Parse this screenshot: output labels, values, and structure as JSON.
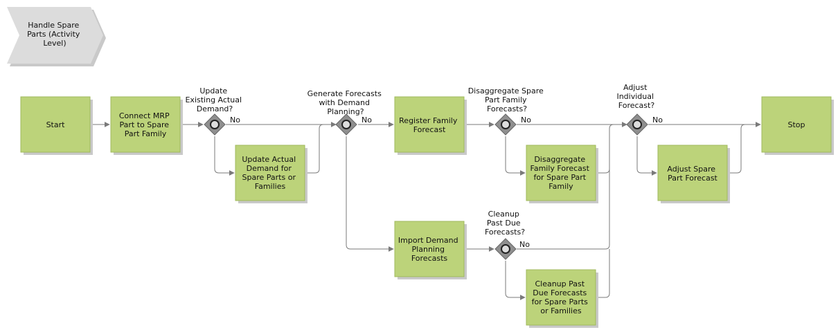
{
  "colors": {
    "activity_fill": "#bcd37a",
    "activity_stroke": "#9fb85d",
    "shadow": "#c9c9c9",
    "chevron_fill": "#dcdcdc",
    "gateway_fill": "#8f8f8f",
    "gateway_inner": "#555555",
    "connector": "#7a7a7a"
  },
  "process": {
    "title": [
      "Handle Spare",
      "Parts (Activity",
      "Level)"
    ]
  },
  "nodes": {
    "start": {
      "label": [
        "Start"
      ]
    },
    "connect_mrp": {
      "label": [
        "Connect MRP",
        "Part to Spare",
        "Part Family"
      ]
    },
    "update_actual": {
      "label": [
        "Update Actual",
        "Demand for",
        "Spare Parts or",
        "Families"
      ]
    },
    "register_family": {
      "label": [
        "Register Family",
        "Forecast"
      ]
    },
    "import_demand": {
      "label": [
        "Import Demand",
        "Planning",
        "Forecasts"
      ]
    },
    "disaggregate": {
      "label": [
        "Disaggregate",
        "Family Forecast",
        "for Spare Part",
        "Family"
      ]
    },
    "cleanup": {
      "label": [
        "Cleanup Past",
        "Due Forecasts",
        "for Spare Parts",
        "or Families"
      ]
    },
    "adjust_spare": {
      "label": [
        "Adjust Spare",
        "Part Forecast"
      ]
    },
    "stop": {
      "label": [
        "Stop"
      ]
    }
  },
  "gateways": {
    "g1": {
      "question": [
        "Update",
        "Existing Actual",
        "Demand?"
      ],
      "no_label": "No"
    },
    "g2": {
      "question": [
        "Generate Forecasts",
        "with Demand",
        "Planning?"
      ],
      "no_label": "No"
    },
    "g3": {
      "question": [
        "Disaggregate Spare",
        "Part Family",
        "Forecasts?"
      ],
      "no_label": "No"
    },
    "g4": {
      "question": [
        "Cleanup",
        "Past Due",
        "Forecasts?"
      ],
      "no_label": "No"
    },
    "g5": {
      "question": [
        "Adjust",
        "Individual",
        "Forecast?"
      ],
      "no_label": "No"
    }
  }
}
